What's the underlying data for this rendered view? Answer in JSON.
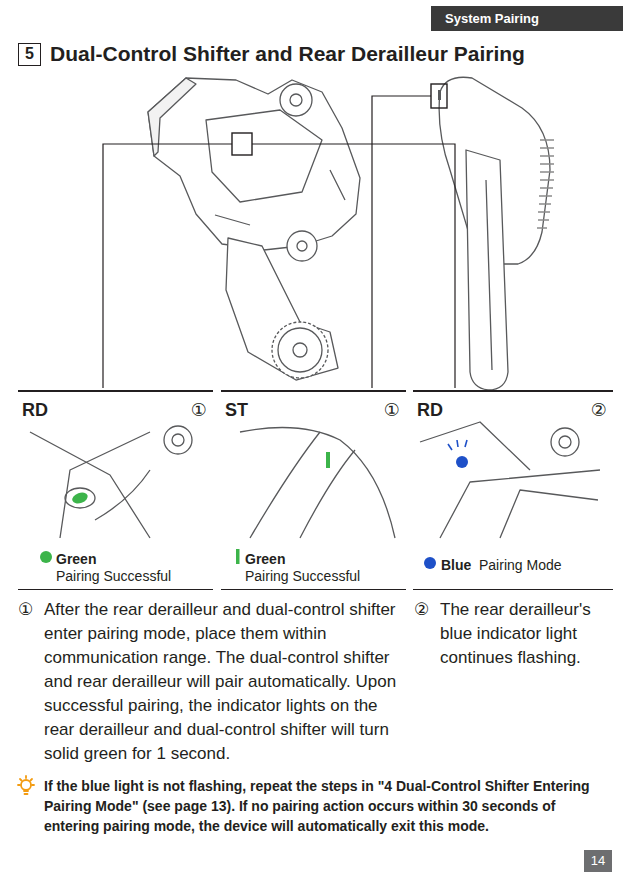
{
  "diagram": {
    "title": "Dual-Control Shifter and Rear Derailleur Pairing",
    "nodes": [
      {
        "text": [
          "RD",
          "①",
          "Green",
          "Pairing Successful"
        ]
      },
      {
        "text": [
          "ST",
          "①",
          "Green",
          "Pairing Successful"
        ]
      },
      {
        "text": [
          "RD",
          "②",
          "Blue",
          "Pairing Mode"
        ]
      }
    ],
    "labels": [
      "System Pairing",
      "5",
      "①",
      "After the rear derailleur and dual-control shifter enter pairing mode, place them within communication range. The dual-control shifter and rear derailleur will pair automatically. Upon successful pairing, the indicator lights on the rear derailleur and dual-control shifter will turn solid green for 1 second.",
      "②",
      "The rear derailleur's blue indicator light continues flashing.",
      "If the blue light is not flashing, repeat the steps in \"4 Dual-Control Shifter Entering Pairing Mode\" (see page 13). If no pairing action occurs within 30 seconds of entering pairing mode, the device will automatically exit this mode.",
      "14"
    ]
  }
}
